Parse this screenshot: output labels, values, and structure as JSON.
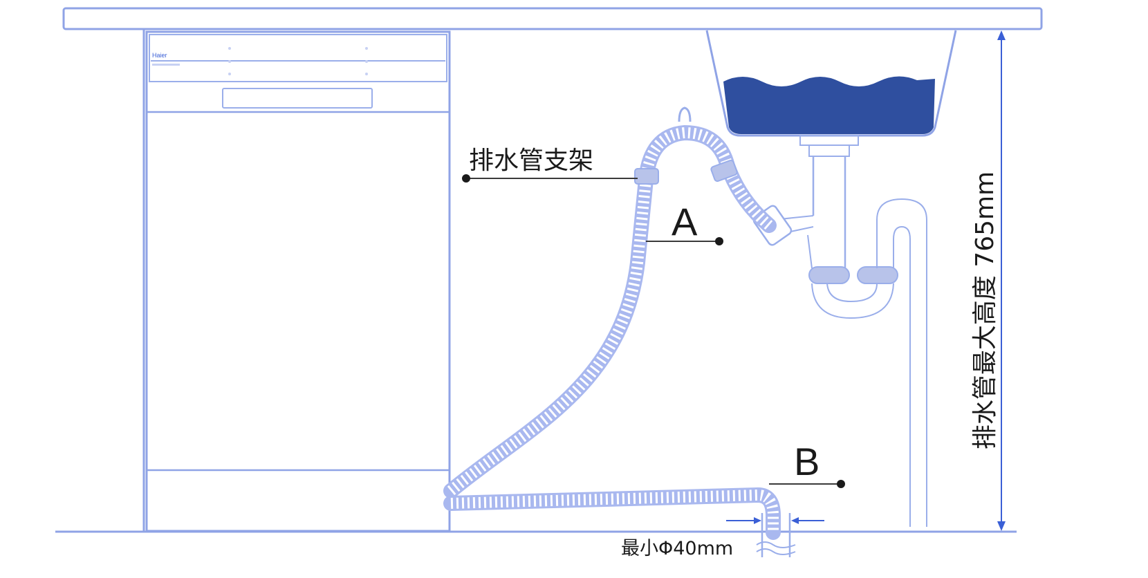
{
  "labels": {
    "hose_bracket": "排水管支架",
    "point_a": "A",
    "point_b": "B",
    "min_diameter": "最小Φ40mm",
    "max_height": "排水管最大高度 765mm",
    "brand": "Haier"
  },
  "colors": {
    "outline": "#8fa3e6",
    "water": "#2f4f9f",
    "hose": "#a9b8ef",
    "text": "#1a1a1a",
    "arrow": "#3a5fd6",
    "fitting": "#b8c3ea"
  }
}
